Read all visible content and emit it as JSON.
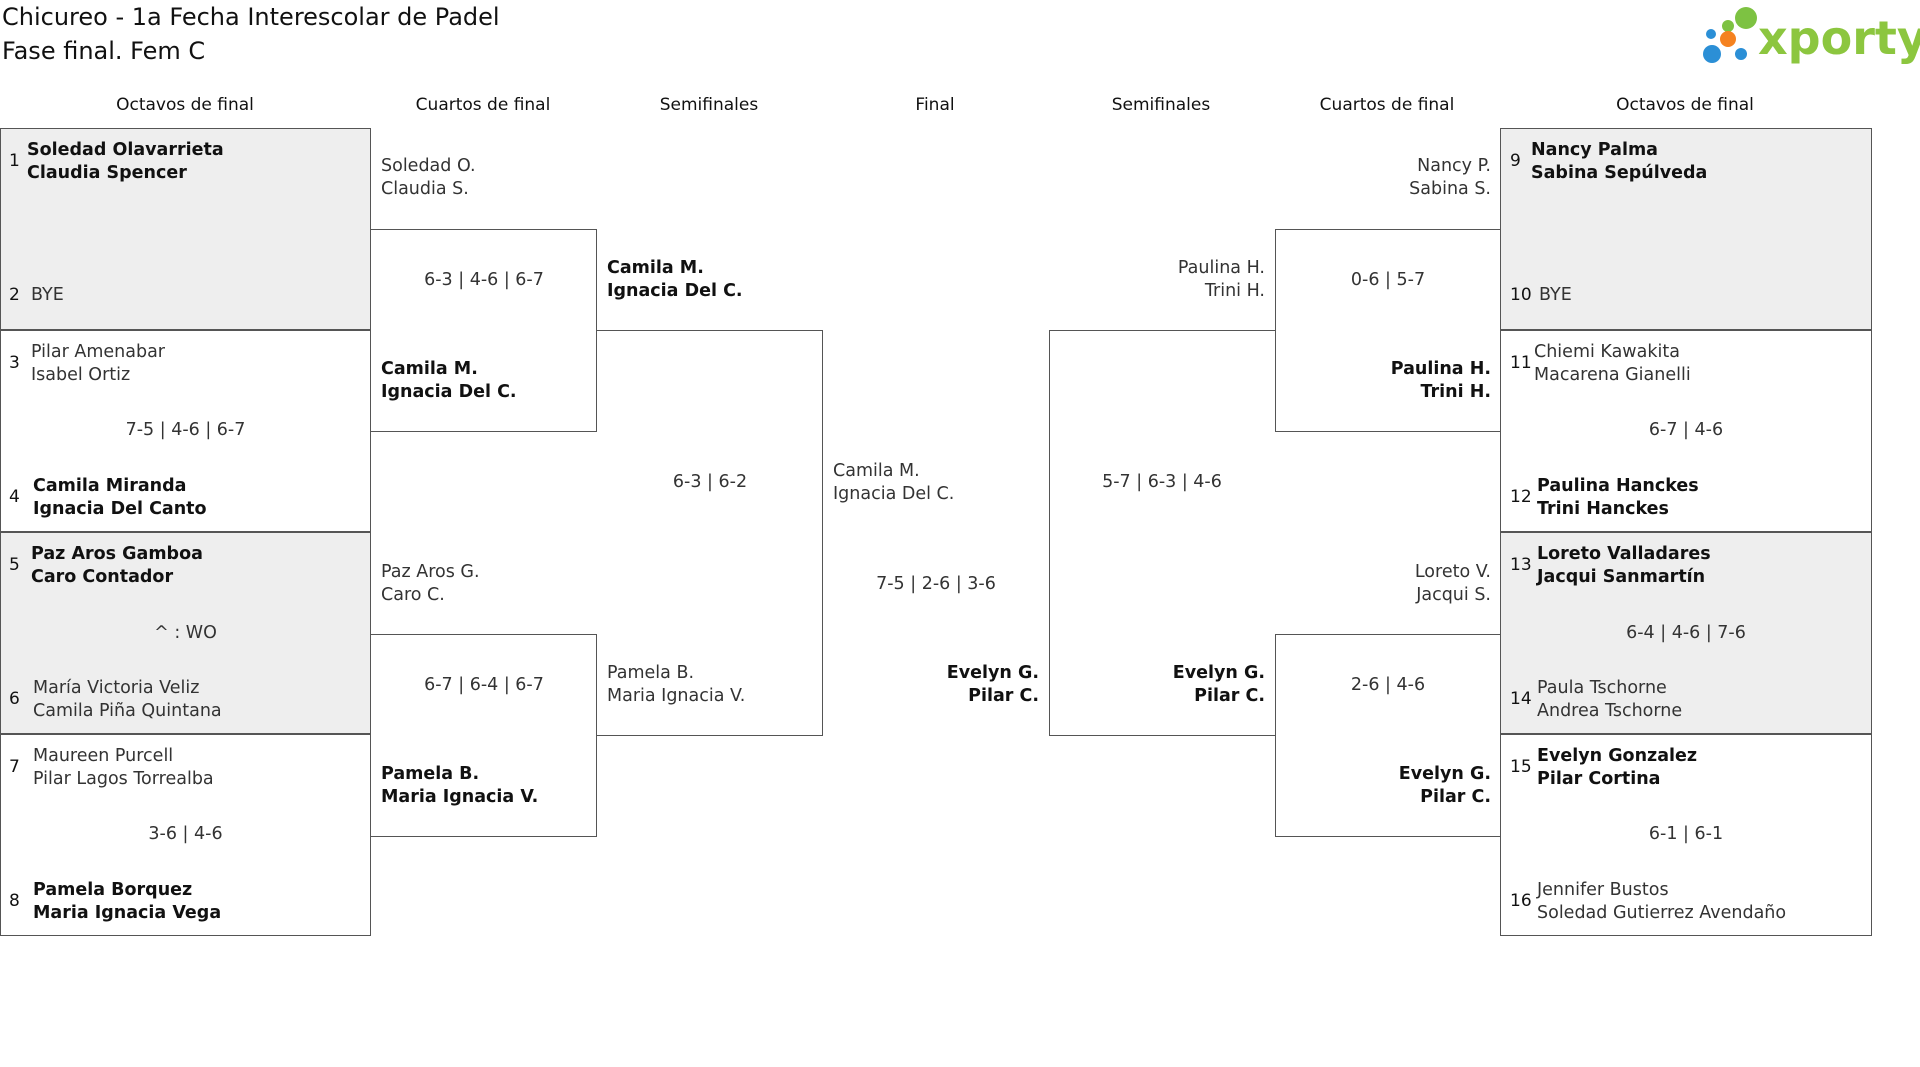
{
  "title": {
    "line1": "Chicureo - 1a Fecha Interescolar de Padel",
    "line2": "Fase final. Fem C"
  },
  "logo": {
    "text": "xporty",
    "colors": {
      "green": "#7dc242",
      "blue": "#2b8fd6",
      "orange": "#f58220",
      "dark": "#8cc63f"
    }
  },
  "headers": {
    "left_r16": "Octavos de final",
    "left_qf": "Cuartos de final",
    "left_sf": "Semifinales",
    "final": "Final",
    "right_sf": "Semifinales",
    "right_qf": "Cuartos de final",
    "right_r16": "Octavos de final"
  },
  "left_r16": [
    {
      "seed_a": "1",
      "pair_a": [
        "Soledad Olavarrieta",
        "Claudia Spencer"
      ],
      "seed_b": "2",
      "pair_b": [
        "BYE",
        ""
      ],
      "score": ""
    },
    {
      "seed_a": "3",
      "pair_a": [
        "Pilar Amenabar",
        "Isabel Ortiz"
      ],
      "seed_b": "4",
      "pair_b": [
        "Camila Miranda",
        "Ignacia Del Canto"
      ],
      "score": "7-5 | 4-6 | 6-7"
    },
    {
      "seed_a": "5",
      "pair_a": [
        "Paz Aros Gamboa",
        "Caro Contador"
      ],
      "seed_b": "6",
      "pair_b": [
        "María Victoria Veliz",
        "Camila Piña Quintana"
      ],
      "score": "^ : WO"
    },
    {
      "seed_a": "7",
      "pair_a": [
        "Maureen Purcell",
        "Pilar Lagos Torrealba"
      ],
      "seed_b": "8",
      "pair_b": [
        "Pamela Borquez",
        "Maria Ignacia Vega"
      ],
      "score": "3-6 | 4-6"
    }
  ],
  "right_r16": [
    {
      "seed_a": "9",
      "pair_a": [
        "Nancy Palma",
        "Sabina Sepúlveda"
      ],
      "seed_b": "10",
      "pair_b": [
        "BYE",
        ""
      ],
      "score": ""
    },
    {
      "seed_a": "11",
      "pair_a": [
        "Chiemi Kawakita",
        "Macarena Gianelli"
      ],
      "seed_b": "12",
      "pair_b": [
        "Paulina Hanckes",
        "Trini Hanckes"
      ],
      "score": "6-7 | 4-6"
    },
    {
      "seed_a": "13",
      "pair_a": [
        "Loreto Valladares",
        "Jacqui Sanmartín"
      ],
      "seed_b": "14",
      "pair_b": [
        "Paula Tschorne",
        "Andrea Tschorne"
      ],
      "score": "6-4 | 4-6 | 7-6"
    },
    {
      "seed_a": "15",
      "pair_a": [
        "Evelyn Gonzalez",
        "Pilar Cortina"
      ],
      "seed_b": "16",
      "pair_b": [
        "Jennifer Bustos",
        "Soledad Gutierrez Avendaño"
      ],
      "score": "6-1 | 6-1"
    }
  ],
  "left_qf": [
    {
      "pair_a": [
        "Soledad O.",
        "Claudia S."
      ],
      "pair_b": [
        "Camila M.",
        "Ignacia Del C."
      ],
      "score": "6-3 | 4-6 | 6-7"
    },
    {
      "pair_a": [
        "Paz Aros G.",
        "Caro C."
      ],
      "pair_b": [
        "Pamela B.",
        "Maria Ignacia V."
      ],
      "score": "6-7 | 6-4 | 6-7"
    }
  ],
  "right_qf": [
    {
      "pair_a": [
        "Nancy P.",
        "Sabina S."
      ],
      "pair_b": [
        "Paulina H.",
        "Trini H."
      ],
      "score": "0-6 | 5-7"
    },
    {
      "pair_a": [
        "Loreto V.",
        "Jacqui S."
      ],
      "pair_b": [
        "Evelyn G.",
        "Pilar C."
      ],
      "score": "2-6 | 4-6"
    }
  ],
  "left_sf": {
    "pair_a": [
      "Camila M.",
      "Ignacia Del C."
    ],
    "pair_b": [
      "Pamela B.",
      "Maria Ignacia V."
    ],
    "score": "6-3 | 6-2"
  },
  "right_sf": {
    "pair_a": [
      "Paulina H.",
      "Trini H."
    ],
    "pair_b": [
      "Evelyn G.",
      "Pilar C."
    ],
    "score": "5-7 | 6-3 | 4-6"
  },
  "final": {
    "pair_a": [
      "Camila M.",
      "Ignacia Del C."
    ],
    "pair_b": [
      "Evelyn G.",
      "Pilar C."
    ],
    "score": "7-5 | 2-6 | 3-6"
  }
}
